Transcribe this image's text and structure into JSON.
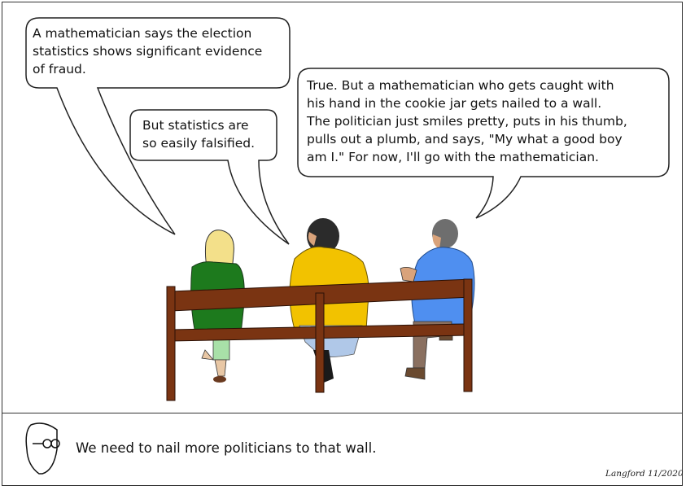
{
  "bubbles": {
    "left": "A mathematician says the election\nstatistics shows significant evidence\nof fraud.",
    "middle": "But statistics are\nso easily falsified.",
    "right": "True.  But a mathematician who gets caught with\nhis hand in the cookie jar gets nailed to a wall.\nThe politician just smiles pretty, puts in his thumb,\npulls out a plumb, and says, \"My what a good boy\nam I.\"  For now, I'll go with the mathematician."
  },
  "caption": "We need to nail more politicians to that wall.",
  "signature": "Langford  11/2020",
  "colors": {
    "bench": "#7a3412",
    "green_shirt": "#1d7a1d",
    "yellow_shirt": "#f2c200",
    "blue_shirt": "#4f8ff0",
    "hair_blonde": "#f3e08a"
  }
}
